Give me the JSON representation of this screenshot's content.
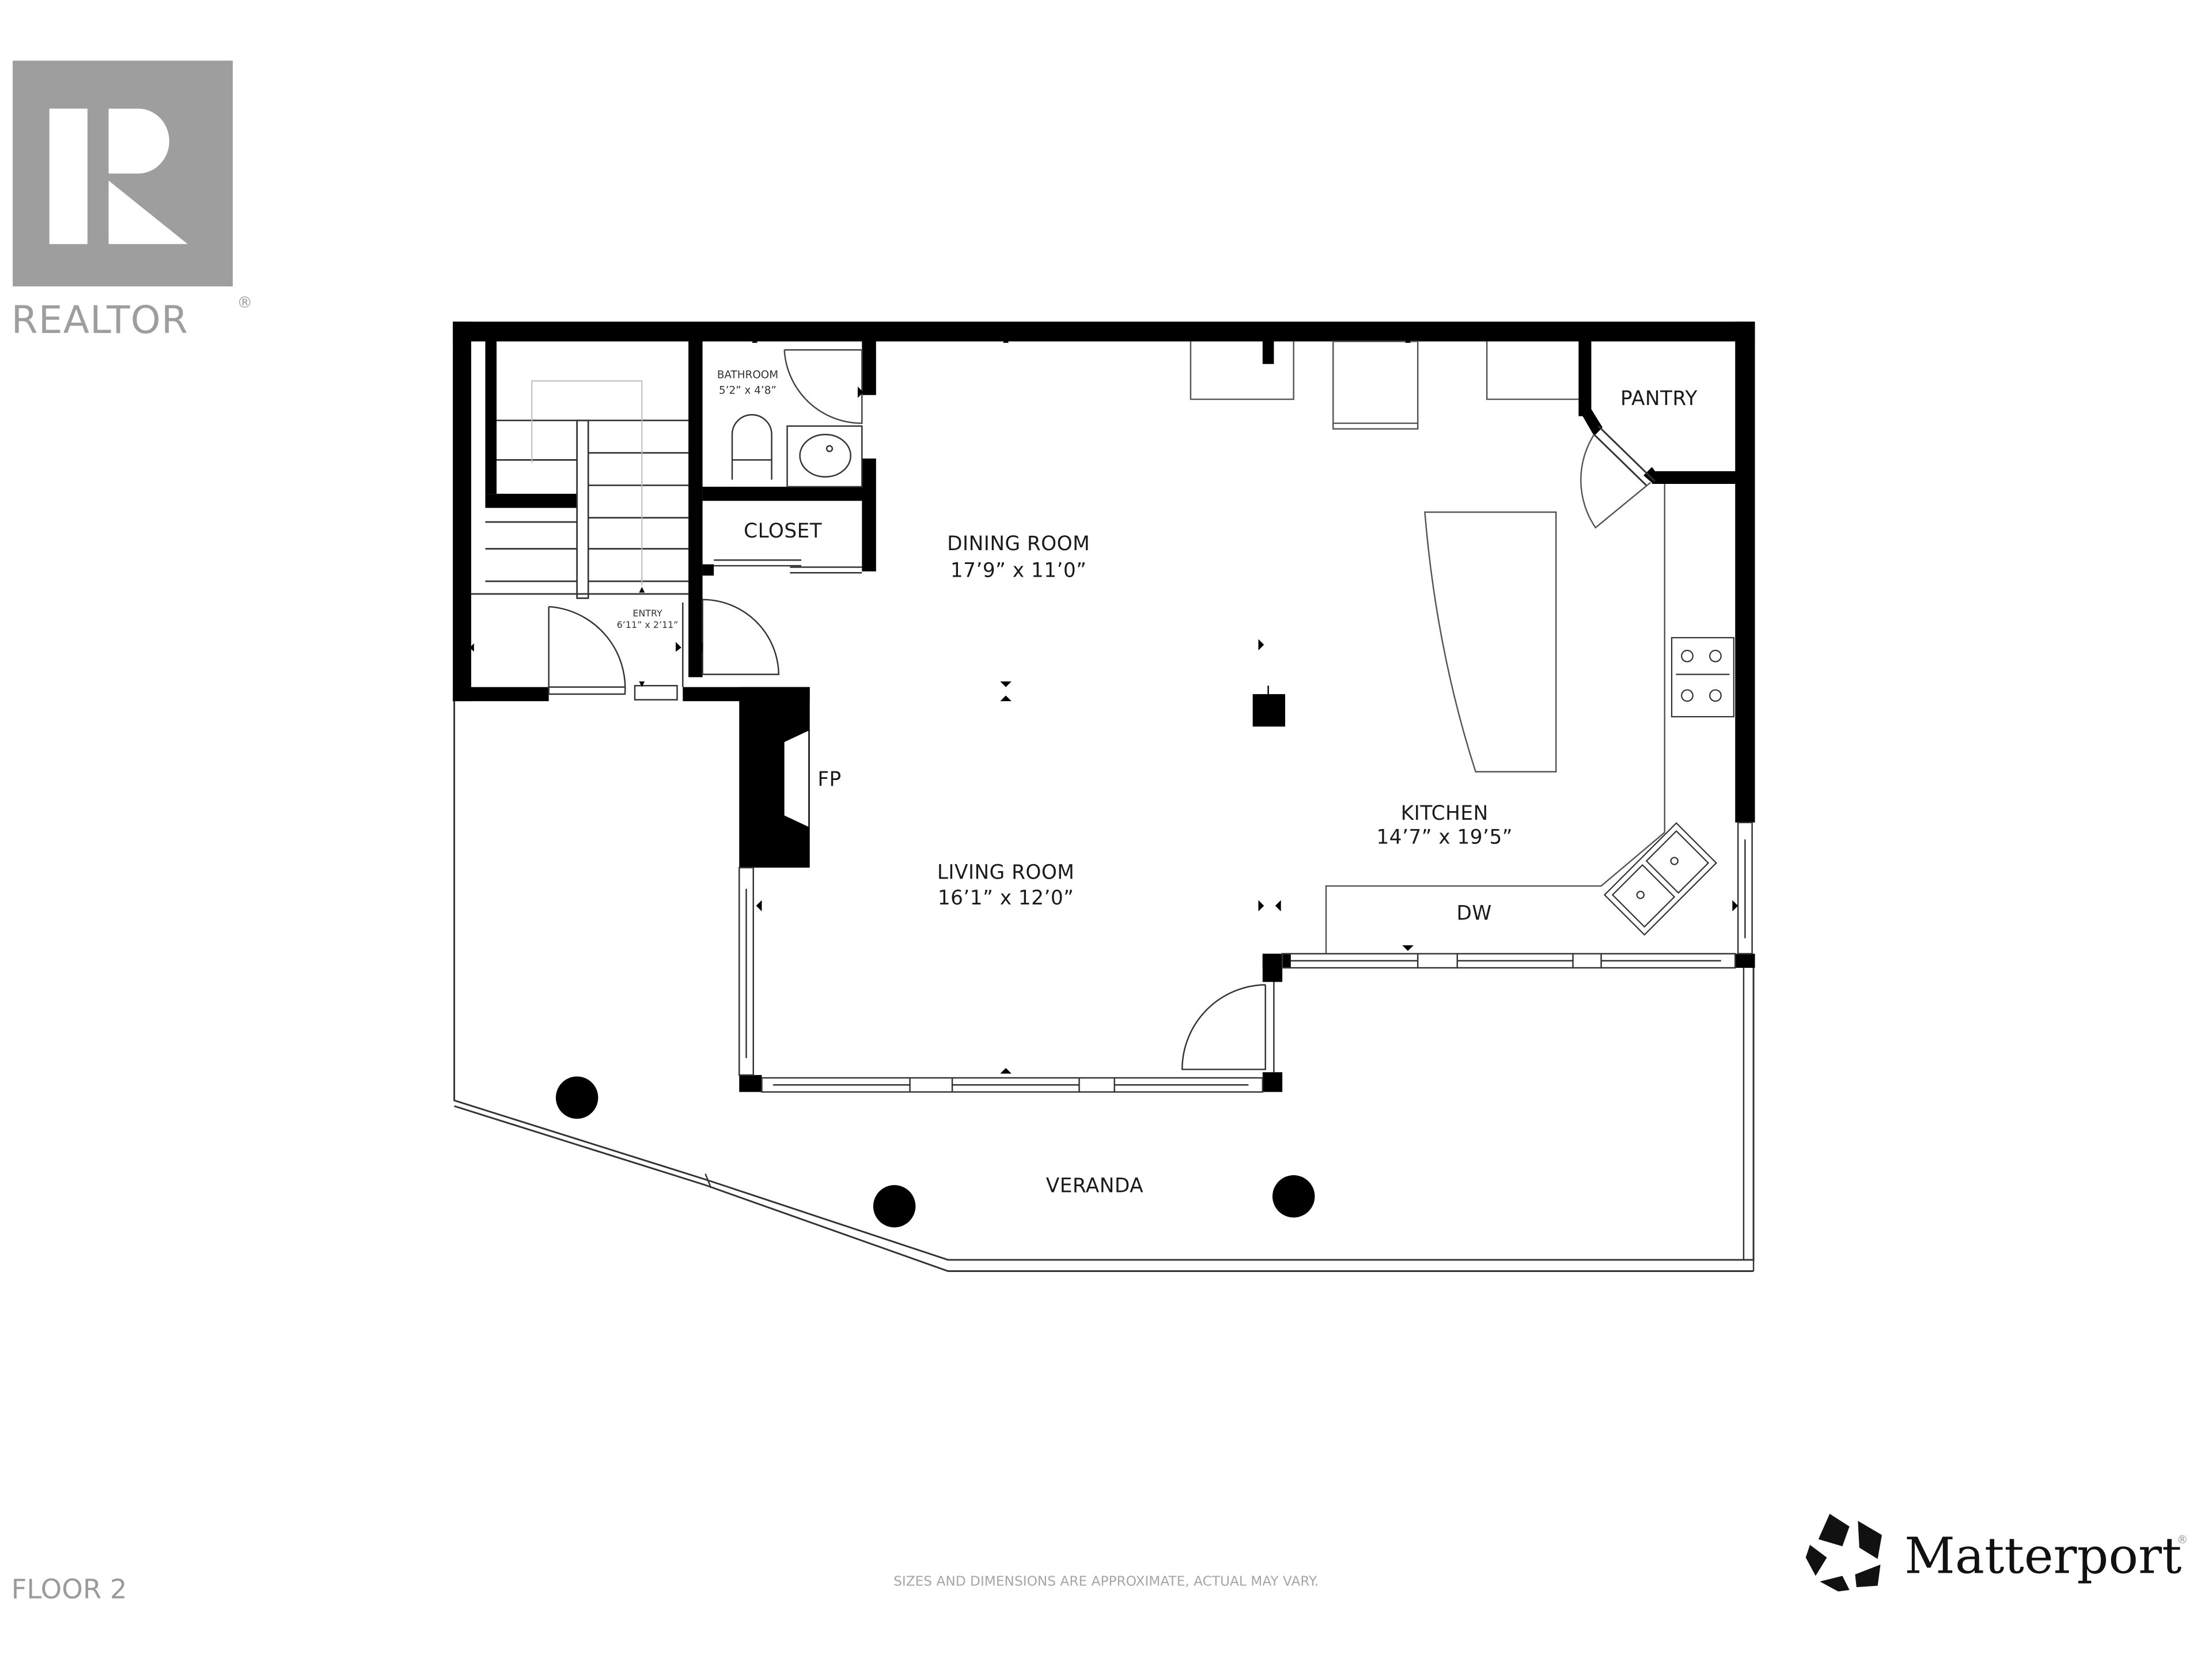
{
  "branding": {
    "realtor_logo_letter": "R",
    "realtor_wordmark": "REALTOR",
    "realtor_registered": "®",
    "matterport_wordmark": "Matterport",
    "matterport_registered": "®"
  },
  "floor_label": "FLOOR 2",
  "disclaimer": "SIZES AND DIMENSIONS ARE APPROXIMATE, ACTUAL MAY VARY.",
  "rooms": {
    "bathroom": {
      "name": "BATHROOM",
      "dims": "5’2” x 4’8”"
    },
    "closet": {
      "name": "CLOSET"
    },
    "entry": {
      "name": "ENTRY",
      "dims": "6’11” x 2’11”"
    },
    "dining_room": {
      "name": "DINING ROOM",
      "dims": "17’9” x 11’0”"
    },
    "living_room": {
      "name": "LIVING ROOM",
      "dims": "16’1” x 12’0”"
    },
    "kitchen": {
      "name": "KITCHEN",
      "dims": "14’7” x 19’5”"
    },
    "pantry": {
      "name": "PANTRY"
    },
    "veranda": {
      "name": "VERANDA"
    }
  },
  "fixtures": {
    "fireplace": "FP",
    "dishwasher": "DW"
  },
  "colors": {
    "wall": "#000000",
    "line": "#333333",
    "logo_gray": "#9e9e9e",
    "background": "#ffffff"
  }
}
